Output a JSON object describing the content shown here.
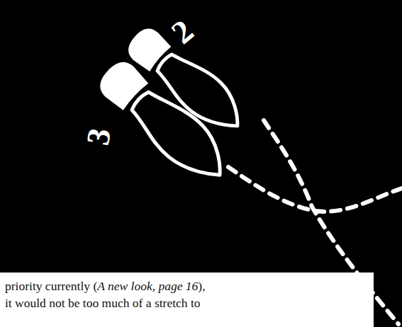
{
  "diagram": {
    "labels": [
      "2",
      "3",
      "priority currently (",
      "A new look, page 16",
      "),",
      "it would not be too much of a stretch to"
    ]
  }
}
